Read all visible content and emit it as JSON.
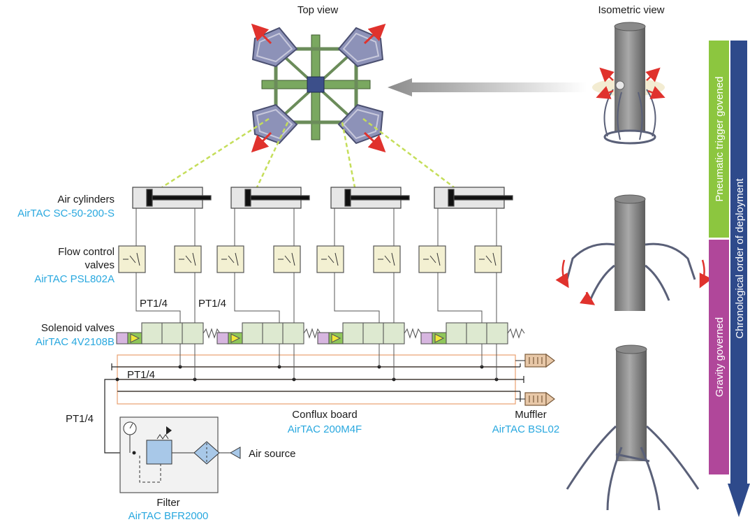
{
  "views": {
    "top": "Top view",
    "isometric": "Isometric view"
  },
  "components": {
    "cylinders": {
      "label": "Air cylinders",
      "part": "AirTAC SC-50-200-S"
    },
    "flow_valves": {
      "label_line1": "Flow control",
      "label_line2": "valves",
      "part": "AirTAC PSL802A"
    },
    "solenoid": {
      "label": "Solenoid valves",
      "part": "AirTAC 4V2108B"
    },
    "conflux": {
      "label": "Conflux board",
      "part": "AirTAC 200M4F"
    },
    "muffler": {
      "label": "Muffler",
      "part": "AirTAC BSL02"
    },
    "filter": {
      "label": "Filter",
      "part": "AirTAC BFR2000"
    },
    "air_source": "Air source"
  },
  "port_labels": {
    "pt_a": "PT1/4",
    "pt_b": "PT1/4",
    "pt_c": "PT1/4",
    "pt_d": "PT1/4"
  },
  "bars": {
    "pneumatic": "Pneumatic trigger govened",
    "gravity": "Gravity governed",
    "chronological": "Chronological order of deployment"
  },
  "colors": {
    "accent_cyan": "#29a8df",
    "bar_green": "#8cc63f",
    "bar_purple": "#b0479a",
    "bar_blue": "#2e4a8b",
    "arrow_red": "#e0322d",
    "conflux_line": "#e8a070"
  }
}
